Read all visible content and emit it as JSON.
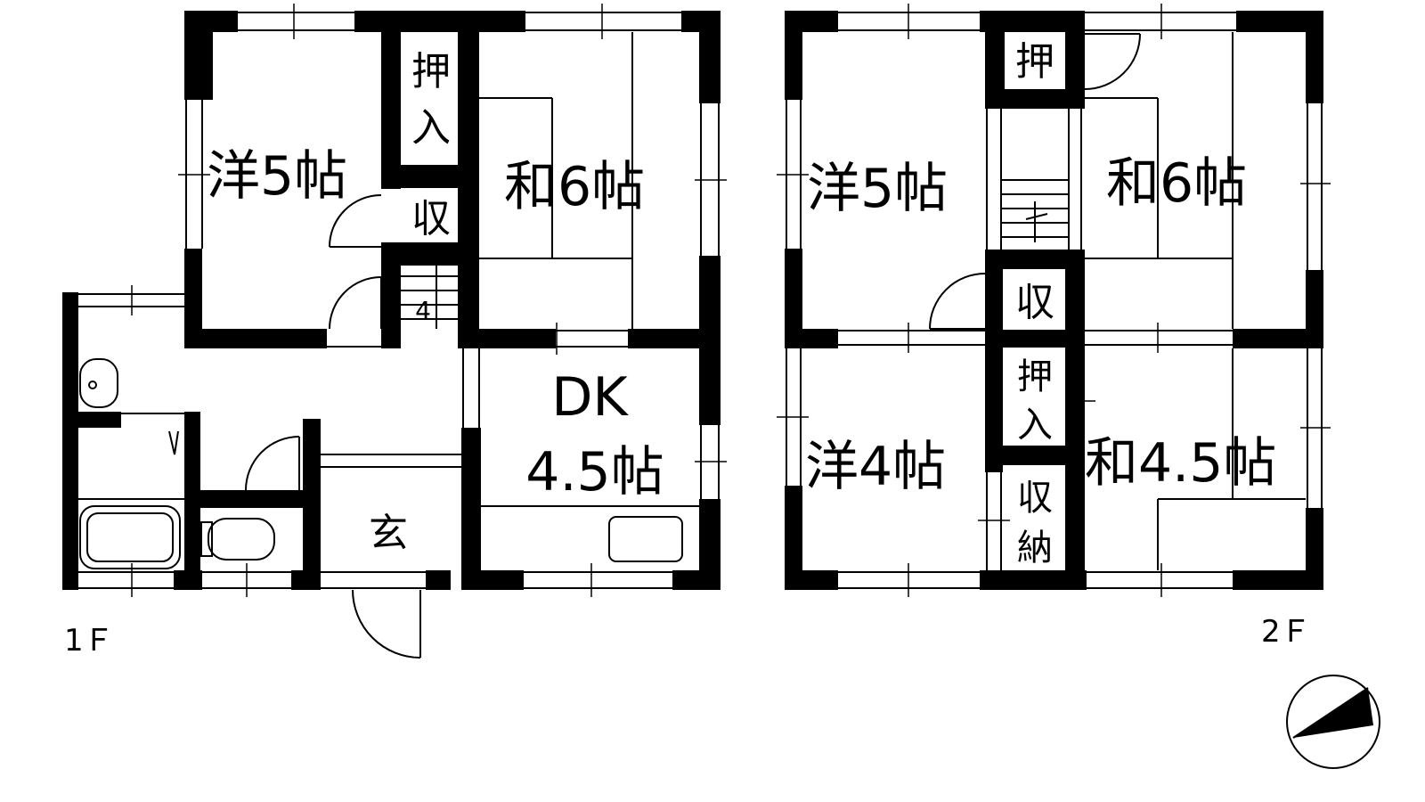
{
  "floor1": {
    "label": "1Ｆ",
    "rooms": {
      "western": "洋5帖",
      "japanese": "和6帖",
      "dk_line1": "DK",
      "dk_line2": "4.5帖",
      "closet_top": "押",
      "closet_bottom": "入",
      "storage": "収",
      "entrance": "玄",
      "stair_number": "4"
    }
  },
  "floor2": {
    "label": "2Ｆ",
    "rooms": {
      "western_large": "洋5帖",
      "japanese_large": "和6帖",
      "western_small": "洋4帖",
      "japanese_small": "和4.5帖",
      "closet_a": "押",
      "storage": "収",
      "closet_b_top": "押",
      "closet_b_bottom": "入",
      "storage_b_top": "収",
      "storage_b_bottom": "納"
    }
  },
  "compass": {
    "icon": "north-arrow-icon"
  },
  "colors": {
    "wall": "#000000",
    "background": "#ffffff"
  }
}
